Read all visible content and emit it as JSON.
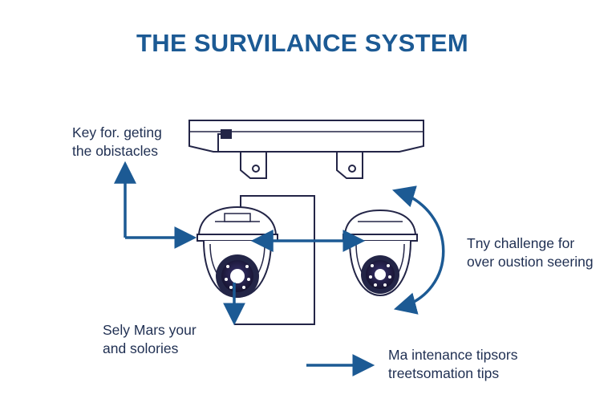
{
  "title": "THE SURVILANCE SYSTEM",
  "labels": {
    "key_obstacles": {
      "line1": "Key for. geting",
      "line2": "the obistacles"
    },
    "challenge": {
      "line1": "Tny challenge for",
      "line2": "over oustion seering"
    },
    "sely": {
      "line1": "Sely Mars your",
      "line2": "and solories"
    },
    "maintenance": {
      "line1": "Ma intenance tipsors",
      "line2": "treetsomation tips"
    }
  },
  "colors": {
    "title": "#1c5a94",
    "arrow": "#1c5a94",
    "outline": "#232547",
    "text": "#1f2f52",
    "lens": "#1e1b40"
  },
  "icons": {
    "mount": "ceiling-mount-bracket-icon",
    "camera_left": "dome-camera-icon",
    "camera_right": "dome-camera-icon"
  }
}
